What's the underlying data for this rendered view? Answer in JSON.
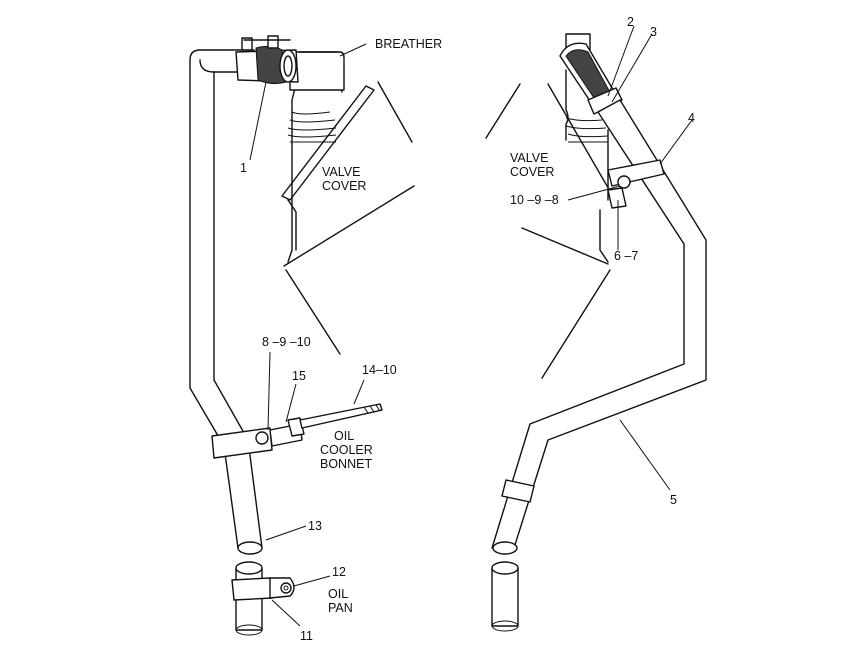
{
  "labels": {
    "breather": "BREATHER",
    "valve_cover_left_1": "VALVE",
    "valve_cover_left_2": "COVER",
    "valve_cover_right_1": "VALVE",
    "valve_cover_right_2": "COVER",
    "oil_cooler_1": "OIL",
    "oil_cooler_2": "COOLER",
    "oil_cooler_3": "BONNET",
    "oil_pan_1": "OIL",
    "oil_pan_2": "PAN"
  },
  "callouts": {
    "c1": "1",
    "c2": "2",
    "c3": "3",
    "c4": "4",
    "c5": "5",
    "c6_7": "6 –7",
    "c8_9_10": "8 –9 –10",
    "c10_9_8": "10 –9 –8",
    "c11": "11",
    "c12": "12",
    "c13": "13",
    "c14_10": "14–10",
    "c15": "15"
  }
}
